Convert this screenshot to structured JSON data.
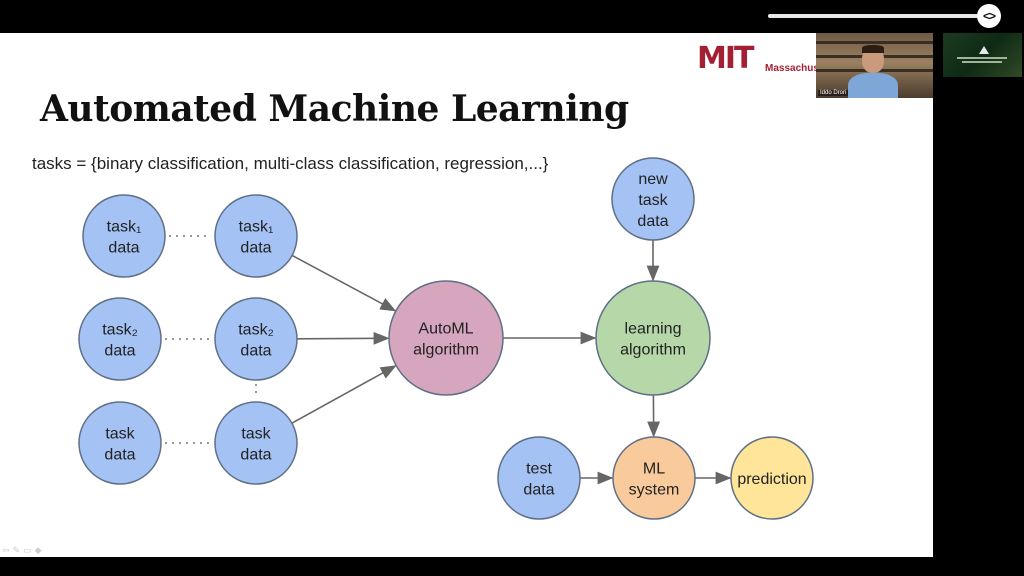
{
  "slide": {
    "title": "Automated Machine Learning",
    "tasks_line": "tasks = {binary classification, multi-class classification, regression,...}",
    "logo_text": "MIT",
    "institution": "Massachuse"
  },
  "diagram": {
    "nodes": {
      "t1a": {
        "lines": [
          "task₁",
          "data"
        ],
        "color": "#a4c2f4"
      },
      "t1b": {
        "lines": [
          "task₁",
          "data"
        ],
        "color": "#a4c2f4"
      },
      "t2a": {
        "lines": [
          "task₂",
          "data"
        ],
        "color": "#a4c2f4"
      },
      "t2b": {
        "lines": [
          "task₂",
          "data"
        ],
        "color": "#a4c2f4"
      },
      "tna": {
        "lines": [
          "task",
          "data"
        ],
        "color": "#a4c2f4"
      },
      "tnb": {
        "lines": [
          "task",
          "data"
        ],
        "color": "#a4c2f4"
      },
      "automl": {
        "lines": [
          "AutoML",
          "algorithm"
        ],
        "color": "#d5a6bd"
      },
      "newtask": {
        "lines": [
          "new",
          "task",
          "data"
        ],
        "color": "#a4c2f4"
      },
      "learning": {
        "lines": [
          "learning",
          "algorithm"
        ],
        "color": "#b6d7a8"
      },
      "test": {
        "lines": [
          "test",
          "data"
        ],
        "color": "#a4c2f4"
      },
      "mlsys": {
        "lines": [
          "ML",
          "system"
        ],
        "color": "#f9cb9c"
      },
      "prediction": {
        "lines": [
          "prediction"
        ],
        "color": "#ffe599"
      }
    },
    "edges": [
      [
        "t1b",
        "automl"
      ],
      [
        "t2b",
        "automl"
      ],
      [
        "tnb",
        "automl"
      ],
      [
        "automl",
        "learning"
      ],
      [
        "newtask",
        "learning"
      ],
      [
        "learning",
        "mlsys"
      ],
      [
        "test",
        "mlsys"
      ],
      [
        "mlsys",
        "prediction"
      ]
    ],
    "dotted": [
      [
        "t1a",
        "t1b"
      ],
      [
        "t2a",
        "t2b"
      ],
      [
        "tna",
        "tnb"
      ],
      [
        "t2b",
        "tnb"
      ]
    ]
  },
  "player": {
    "progress": 0.98,
    "embed_icon": "code-brackets-icon",
    "presenter_tag": "Iddo Drori",
    "toolbar_icons": [
      "arrow-icon",
      "pen-icon",
      "screen-icon",
      "diamond-icon"
    ]
  }
}
